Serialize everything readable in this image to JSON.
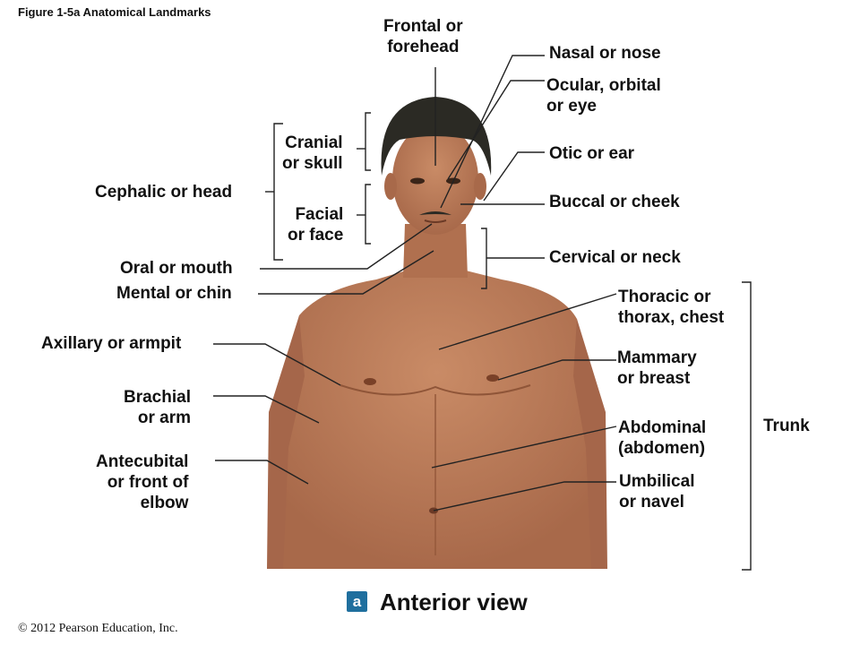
{
  "figure_title": "Figure 1-5a  Anatomical Landmarks",
  "labels": {
    "frontal": "Frontal or\nforehead",
    "nasal": "Nasal or nose",
    "ocular": "Ocular, orbital\nor eye",
    "cranial": "Cranial\nor skull",
    "otic": "Otic or ear",
    "cephalic": "Cephalic or head",
    "facial": "Facial\nor face",
    "buccal": "Buccal or cheek",
    "cervical": "Cervical or neck",
    "oral": "Oral or mouth",
    "mental": "Mental or chin",
    "thoracic": "Thoracic or\nthorax, chest",
    "axillary": "Axillary or armpit",
    "mammary": "Mammary\nor breast",
    "brachial": "Brachial\nor arm",
    "abdominal": "Abdominal\n(abdomen)",
    "trunk": "Trunk",
    "antecubital": "Antecubital\nor front of\nelbow",
    "umbilical": "Umbilical\nor navel"
  },
  "badge": "a",
  "view_title": "Anterior view",
  "copyright": "© 2012 Pearson Education, Inc.",
  "colors": {
    "skin": "#b97a58",
    "skin_shadow": "#9a5f40",
    "hair": "#2a2a22",
    "leader": "#222222"
  }
}
